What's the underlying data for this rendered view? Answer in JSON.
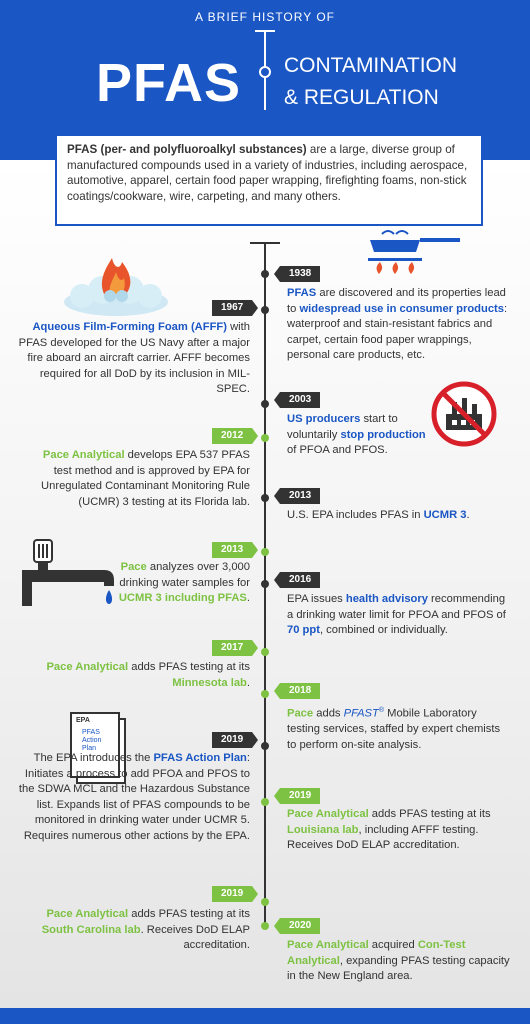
{
  "header": {
    "kicker": "A BRIEF HISTORY OF",
    "title": "PFAS",
    "subtitle_line1": "CONTAMINATION",
    "subtitle_line2": "& REGULATION"
  },
  "intro": {
    "bold": "PFAS (per- and polyfluoroalkyl substances)",
    "rest": " are a large, diverse group of manufactured compounds used in a variety of industries, including aerospace, automotive, apparel, certain food paper wrapping, firefighting foams, non-stick coatings/cookware, wire, carpeting, and many others."
  },
  "events": {
    "e1938": {
      "year": "1938",
      "a": "PFAS",
      "b": " are discovered and its properties lead to ",
      "c": "widespread use in consumer products",
      "d": ": waterproof and stain-resistant fabrics and carpet, certain food paper wrappings, personal care products, etc."
    },
    "e1967": {
      "year": "1967",
      "a": "Aqueous Film-Forming Foam (AFFF)",
      "b": " with PFAS developed for the US Navy after a major fire aboard an aircraft carrier. AFFF becomes required for all DoD by its inclusion in MIL-SPEC."
    },
    "e2003": {
      "year": "2003",
      "a": "US producers",
      "b": " start to voluntarily ",
      "c": "stop production",
      "d": " of PFOA and PFOS."
    },
    "e2012": {
      "year": "2012",
      "a": "Pace Analytical",
      "b": " develops EPA 537 PFAS test method and is approved by EPA for Unregulated Contaminant Monitoring Rule (UCMR) 3 testing at its Florida lab."
    },
    "e2013a": {
      "year": "2013",
      "a": "U.S. EPA includes PFAS in ",
      "b": "UCMR 3",
      "c": "."
    },
    "e2013b": {
      "year": "2013",
      "a": "Pace",
      "b": " analyzes over 3,000 drinking water samples for ",
      "c": "UCMR 3 including PFAS",
      "d": "."
    },
    "e2016": {
      "year": "2016",
      "a": "EPA issues ",
      "b": "health advisory",
      "c": " recommending a drinking water limit for PFOA and PFOS of ",
      "d": "70 ppt",
      "e": ", combined or individually."
    },
    "e2017": {
      "year": "2017",
      "a": "Pace Analytical",
      "b": " adds PFAS testing at its ",
      "c": "Minnesota lab",
      "d": "."
    },
    "e2018": {
      "year": "2018",
      "a": "Pace",
      "b": " adds ",
      "c": "PFAST",
      "sup": "®",
      "d": " Mobile Laboratory testing services, staffed by expert chemists to perform on-site analysis."
    },
    "e2019a": {
      "year": "2019",
      "a": "The EPA introduces the ",
      "b": "PFAS Action Plan",
      "c": ": Initiates a process to add PFOA and PFOS to the SDWA MCL and the Hazardous Substance list. Expands list of PFAS compounds to be monitored in drinking water under UCMR 5. Requires numerous other actions by the EPA."
    },
    "e2019b": {
      "year": "2019",
      "a": "Pace Analytical",
      "b": " adds PFAS testing at its ",
      "c": "Louisiana lab",
      "d": ", including AFFF testing. Receives DoD ELAP accreditation."
    },
    "e2019c": {
      "year": "2019",
      "a": "Pace Analytical",
      "b": " adds PFAS testing at its ",
      "c": "South Carolina lab",
      "d": ". Receives DoD ELAP accreditation."
    },
    "e2020": {
      "year": "2020",
      "a": "Pace Analytical",
      "b": " acquired ",
      "c": "Con-Test Analytical",
      "d": ", expanding PFAS testing capacity in the New England area."
    }
  },
  "doc_icon": {
    "brand": "EPA",
    "line1": "PFAS",
    "line2": "Action",
    "line3": "Plan"
  },
  "icons": [
    "fire-foam-icon",
    "frying-pan-icon",
    "no-factory-icon",
    "faucet-icon",
    "document-icon"
  ],
  "colors": {
    "blue": "#1a56c4",
    "green": "#7dc242",
    "dark": "#333333"
  }
}
